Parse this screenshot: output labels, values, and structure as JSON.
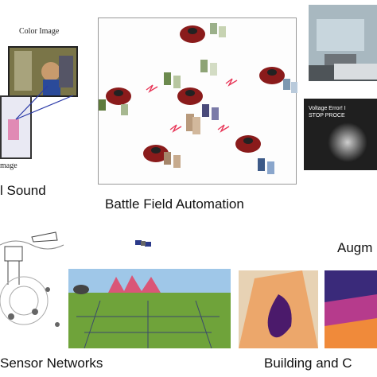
{
  "captions": {
    "color_image": "Color Image",
    "image_partial": "mage",
    "sound_partial": "l Sound",
    "battlefield": "Battle Field Automation",
    "augmented_partial": "Augm",
    "sensor_networks": "Sensor Networks",
    "building_partial": "Building and C",
    "voltage_line1": "Voltage Error! I",
    "voltage_line2": "STOP PROCE"
  },
  "colors": {
    "robot_red": "#8a1b1b",
    "hazard_pink": "#e8395a",
    "thermal_purple": "#4b1a6b",
    "thermal_orange": "#f08a3a",
    "grass_green": "#6fa33a",
    "sky_blue": "#9fc7e8"
  },
  "icons": [
    "robot-icon",
    "satellite-icon",
    "antenna-icon",
    "oil-rig-icon",
    "ship-icon"
  ]
}
